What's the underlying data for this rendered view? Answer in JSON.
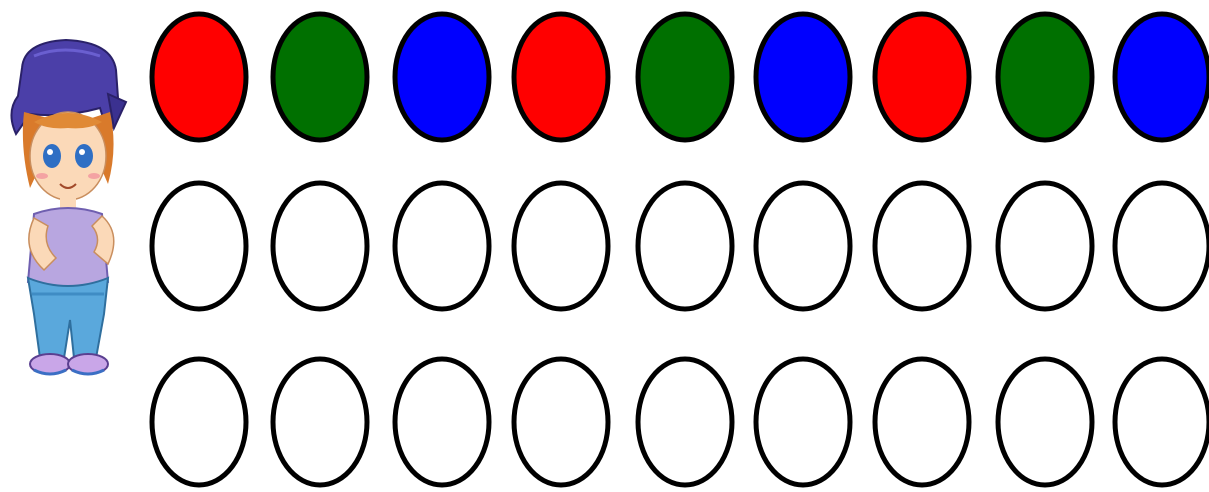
{
  "palette": {
    "red": "#ff0000",
    "green": "#007000",
    "blue": "#0000ff",
    "empty": "#ffffff",
    "outline": "#000000"
  },
  "character": {
    "icon": "cartoon-girl-with-purple-bandana",
    "bandana_color": "#4b3fa8",
    "hair_color": "#d97a2b",
    "shirt_color": "#b8a6e0",
    "pants_color": "#5aa8dc"
  },
  "rows": [
    {
      "name": "pattern-row",
      "circles": [
        "red",
        "green",
        "blue",
        "red",
        "green",
        "blue",
        "red",
        "green",
        "blue"
      ]
    },
    {
      "name": "empty-row-1",
      "circles": [
        "empty",
        "empty",
        "empty",
        "empty",
        "empty",
        "empty",
        "empty",
        "empty",
        "empty"
      ]
    },
    {
      "name": "empty-row-2",
      "circles": [
        "empty",
        "empty",
        "empty",
        "empty",
        "empty",
        "empty",
        "empty",
        "empty",
        "empty"
      ]
    }
  ]
}
